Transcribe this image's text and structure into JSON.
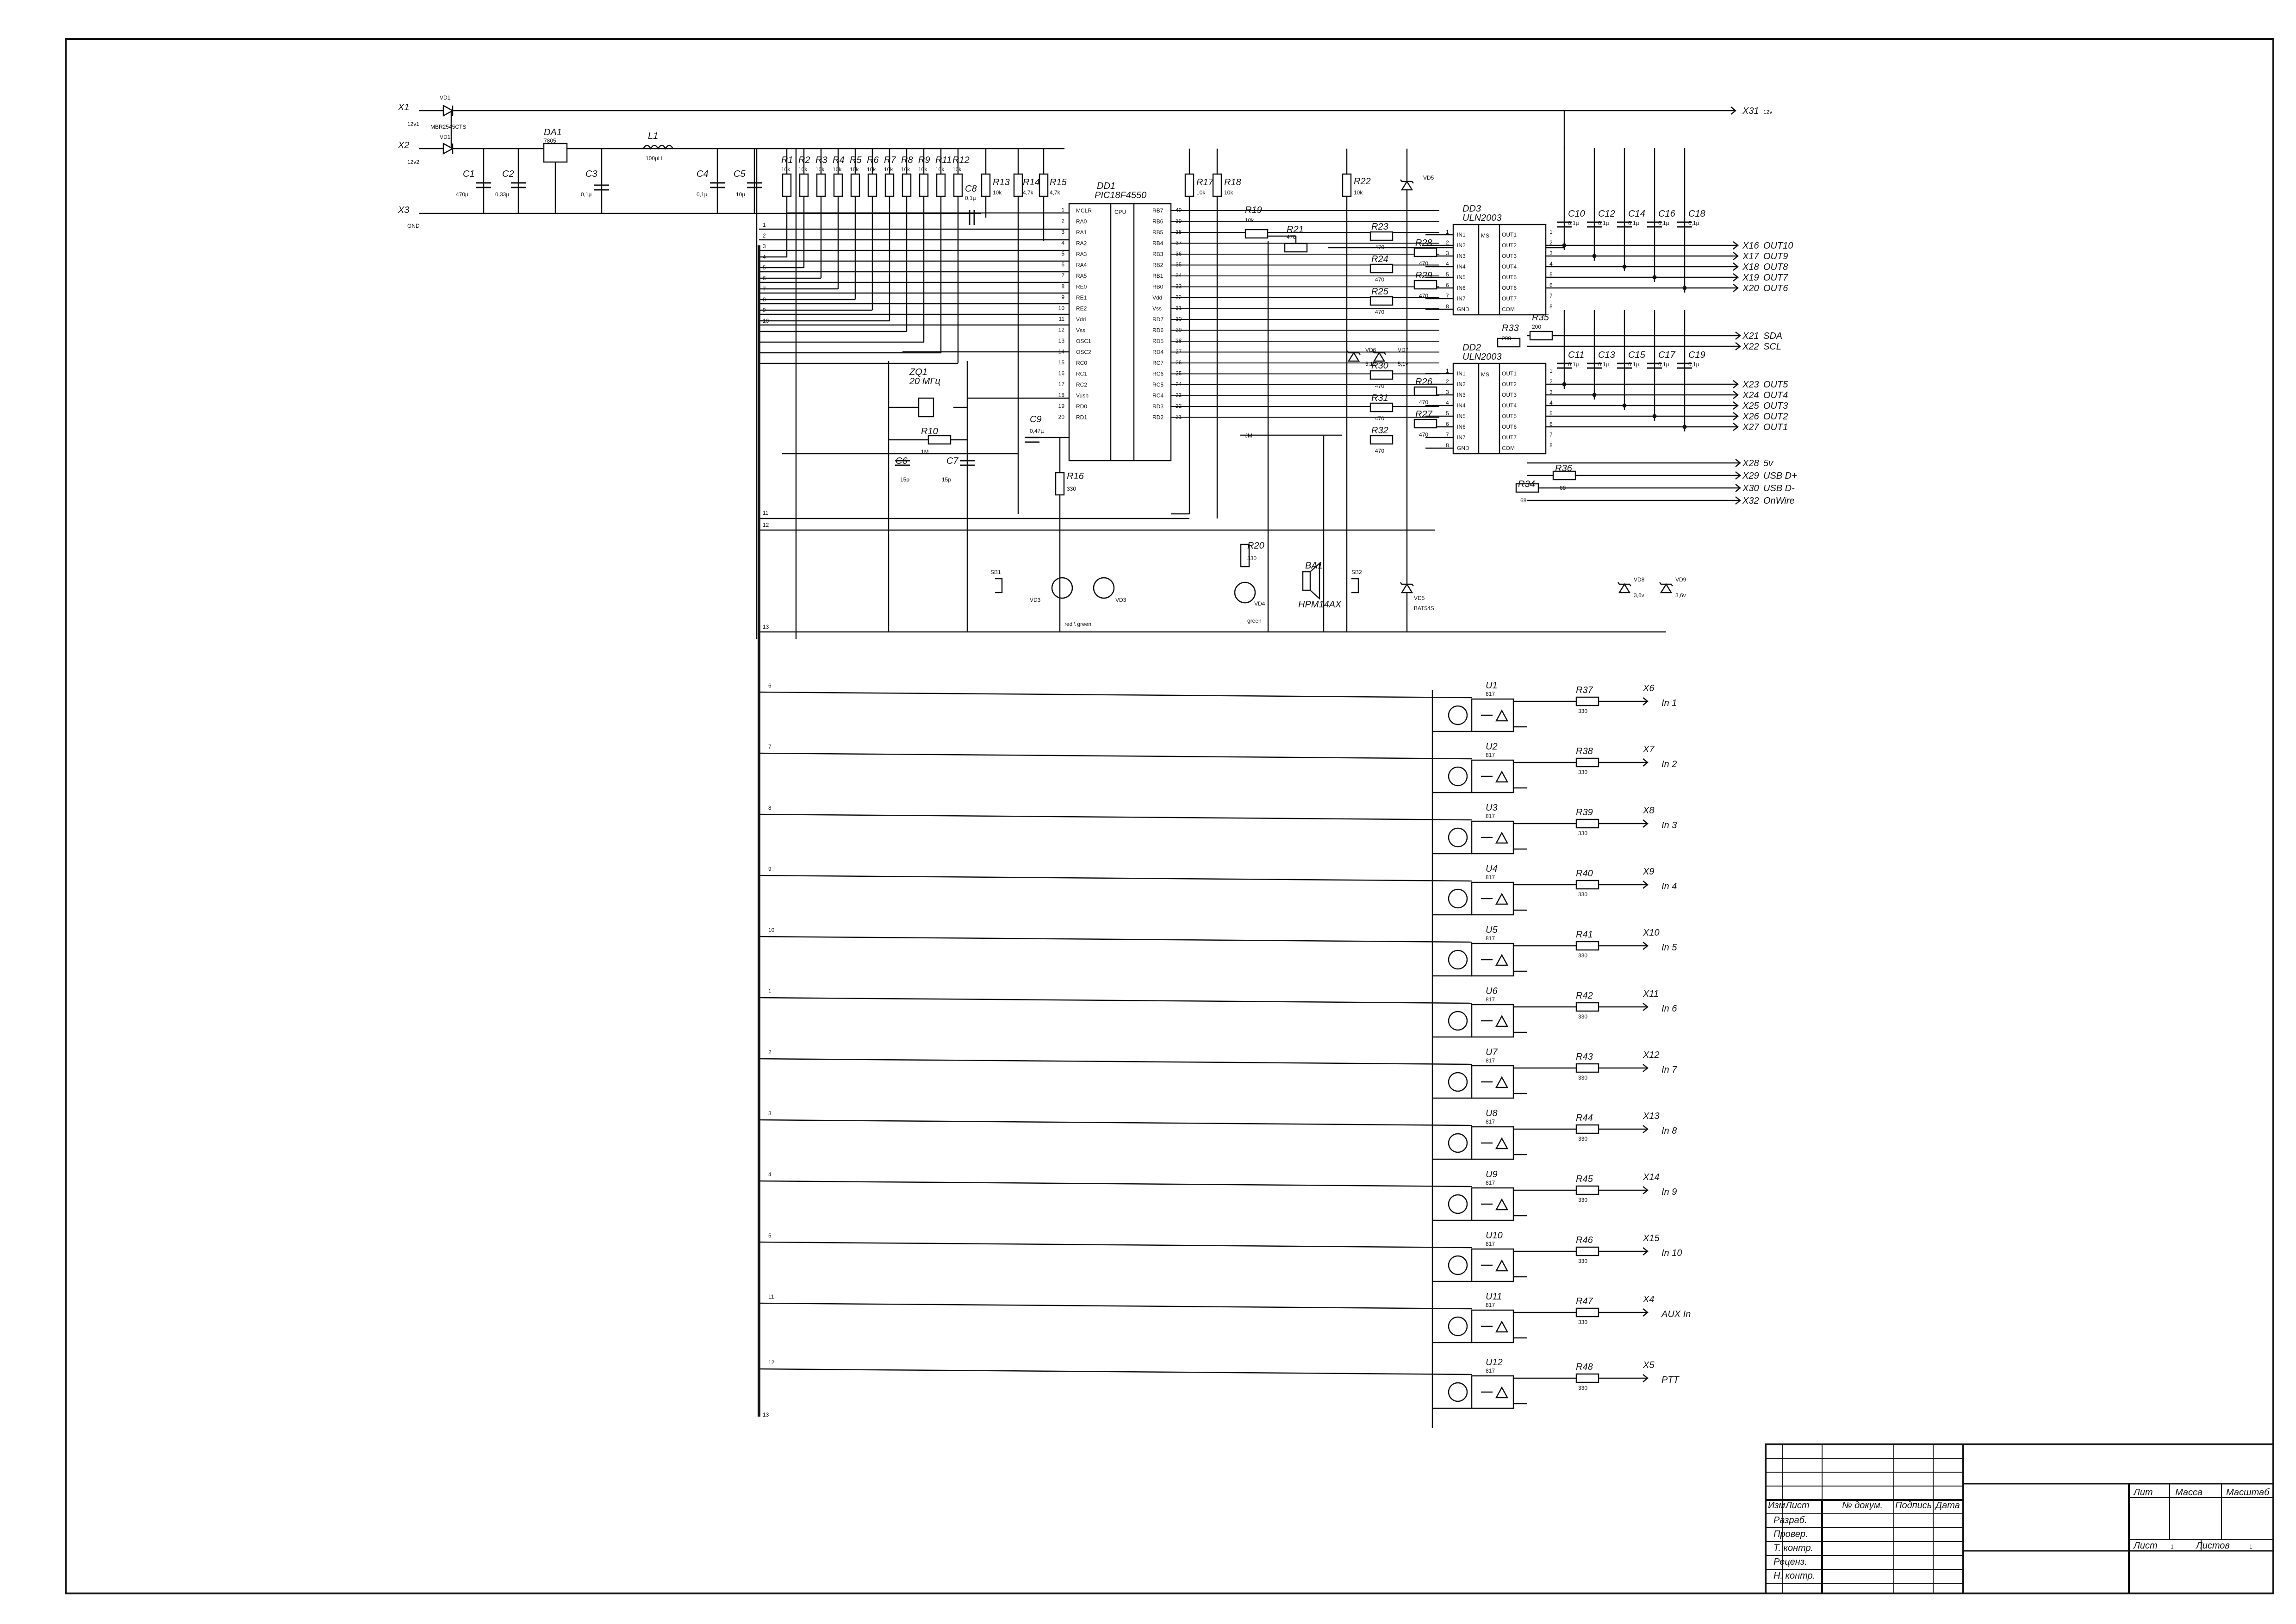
{
  "power": {
    "x1": "X1",
    "x1_net": "12v1",
    "x2": "X2",
    "x2_net": "12v2",
    "x3": "X3",
    "x3_net": "GND",
    "vd1a": "VD1",
    "vd1b": "VD1",
    "vd1_type": "MBR2545CTS",
    "c1": "C1",
    "c1v": "470µ",
    "c2": "C2",
    "c2v": "0,33µ",
    "da1": "DA1",
    "da1_type": "7805",
    "c3": "C3",
    "c3v": "0,1µ",
    "l1": "L1",
    "l1v": "100µH",
    "c4": "C4",
    "c4v": "0,1µ",
    "c5": "C5",
    "c5v": "10µ",
    "x31": "X31",
    "x31_net": "12v"
  },
  "pullups": [
    {
      "ref": "R1",
      "val": "10k"
    },
    {
      "ref": "R2",
      "val": "10k"
    },
    {
      "ref": "R3",
      "val": "10k"
    },
    {
      "ref": "R4",
      "val": "10k"
    },
    {
      "ref": "R5",
      "val": "10k"
    },
    {
      "ref": "R6",
      "val": "10k"
    },
    {
      "ref": "R7",
      "val": "10k"
    },
    {
      "ref": "R8",
      "val": "10k"
    },
    {
      "ref": "R9",
      "val": "10k"
    },
    {
      "ref": "R11",
      "val": "10k"
    },
    {
      "ref": "R12",
      "val": "10k"
    }
  ],
  "misc": {
    "c8": "C8",
    "c8v": "0,1µ",
    "r13": "R13",
    "r13v": "10k",
    "r14": "R14",
    "r14v": "4,7k",
    "r15": "R15",
    "r15v": "4,7k",
    "r17": "R17",
    "r17v": "10k",
    "r18": "R18",
    "r18v": "10k",
    "r19": "R19",
    "r19v": "10k",
    "r21": "R21",
    "r21v": "470",
    "r22": "R22",
    "r22v": "10k",
    "vd5": "VD5",
    "vd5b": "VD5",
    "vd5_type": "BAT54S",
    "zq1": "ZQ1",
    "zq1v": "20 МГц",
    "r10": "R10",
    "r10v": "1M",
    "c6": "C6",
    "c6v": "15p",
    "c7": "C7",
    "c7v": "15p",
    "c9": "C9",
    "c9v": "0,47µ",
    "r16": "R16",
    "r16v": "330",
    "r20": "R20",
    "r20v": "330",
    "sb1": "SB1",
    "sb2": "SB2",
    "ba1": "BA1",
    "ba1_type": "HPM14AX",
    "vd3a": "VD3",
    "vd3b": "VD3",
    "vd3_note": "red \\ green",
    "vd4": "VD4",
    "vd4_note": "green",
    "vd6": "VD6",
    "vd6v": "5,1v",
    "vd7": "VD7",
    "vd7v": "5,1v",
    "vd8": "VD8",
    "vd8v": "3,6v",
    "vd9": "VD9",
    "vd9v": "3,6v",
    "r34": "R34",
    "r34v": "68",
    "r35": "R35",
    "r35v": "200",
    "r33": "R33",
    "r33v": "200",
    "r36": "R36",
    "r36v": "68",
    "jn": "JM"
  },
  "mcu": {
    "ref": "DD1",
    "type": "PIC18F4550",
    "cpu": "CPU",
    "left_pins": [
      {
        "num": "1",
        "name": "MCLR"
      },
      {
        "num": "2",
        "name": "RA0"
      },
      {
        "num": "3",
        "name": "RA1"
      },
      {
        "num": "4",
        "name": "RA2"
      },
      {
        "num": "5",
        "name": "RA3"
      },
      {
        "num": "6",
        "name": "RA4"
      },
      {
        "num": "7",
        "name": "RA5"
      },
      {
        "num": "8",
        "name": "RE0"
      },
      {
        "num": "9",
        "name": "RE1"
      },
      {
        "num": "10",
        "name": "RE2"
      },
      {
        "num": "11",
        "name": "Vdd"
      },
      {
        "num": "12",
        "name": "Vss"
      },
      {
        "num": "13",
        "name": "OSC1"
      },
      {
        "num": "14",
        "name": "OSC2"
      },
      {
        "num": "15",
        "name": "RC0"
      },
      {
        "num": "16",
        "name": "RC1"
      },
      {
        "num": "17",
        "name": "RC2"
      },
      {
        "num": "18",
        "name": "Vusb"
      },
      {
        "num": "19",
        "name": "RD0"
      },
      {
        "num": "20",
        "name": "RD1"
      }
    ],
    "right_pins": [
      {
        "num": "40",
        "name": "RB7"
      },
      {
        "num": "39",
        "name": "RB6"
      },
      {
        "num": "38",
        "name": "RB5"
      },
      {
        "num": "37",
        "name": "RB4"
      },
      {
        "num": "36",
        "name": "RB3"
      },
      {
        "num": "35",
        "name": "RB2"
      },
      {
        "num": "34",
        "name": "RB1"
      },
      {
        "num": "33",
        "name": "RB0"
      },
      {
        "num": "32",
        "name": "Vdd"
      },
      {
        "num": "31",
        "name": "Vss"
      },
      {
        "num": "30",
        "name": "RD7"
      },
      {
        "num": "29",
        "name": "RD6"
      },
      {
        "num": "28",
        "name": "RD5"
      },
      {
        "num": "27",
        "name": "RD4"
      },
      {
        "num": "26",
        "name": "RC7"
      },
      {
        "num": "25",
        "name": "RC6"
      },
      {
        "num": "24",
        "name": "RC5"
      },
      {
        "num": "23",
        "name": "RC4"
      },
      {
        "num": "22",
        "name": "RD3"
      },
      {
        "num": "21",
        "name": "RD2"
      }
    ]
  },
  "drivers": [
    {
      "ref": "DD3",
      "type": "ULN2003",
      "ms": "MS",
      "in_pins": [
        {
          "n": "1",
          "name": "IN1"
        },
        {
          "n": "2",
          "name": "IN2"
        },
        {
          "n": "3",
          "name": "IN3"
        },
        {
          "n": "4",
          "name": "IN4"
        },
        {
          "n": "5",
          "name": "IN5"
        },
        {
          "n": "6",
          "name": "IN6"
        },
        {
          "n": "7",
          "name": "IN7"
        },
        {
          "n": "8",
          "name": "GND"
        }
      ],
      "out_pins": [
        {
          "n": "1",
          "name": "OUT1"
        },
        {
          "n": "2",
          "name": "OUT2"
        },
        {
          "n": "3",
          "name": "OUT3"
        },
        {
          "n": "4",
          "name": "OUT4"
        },
        {
          "n": "5",
          "name": "OUT5"
        },
        {
          "n": "6",
          "name": "OUT6"
        },
        {
          "n": "7",
          "name": "OUT7"
        },
        {
          "n": "8",
          "name": "COM"
        }
      ],
      "resistors": [
        {
          "ref": "R23",
          "val": "470"
        },
        {
          "ref": "R28",
          "val": "470"
        },
        {
          "ref": "R24",
          "val": "470"
        },
        {
          "ref": "R29",
          "val": "470"
        },
        {
          "ref": "R25",
          "val": "470"
        }
      ],
      "caps": [
        {
          "ref": "C10",
          "val": "0,1µ"
        },
        {
          "ref": "C12",
          "val": "0,1µ"
        },
        {
          "ref": "C14",
          "val": "0,1µ"
        },
        {
          "ref": "C16",
          "val": "0,1µ"
        },
        {
          "ref": "C18",
          "val": "0,1µ"
        }
      ],
      "outputs": [
        {
          "x": "X16",
          "net": "OUT10"
        },
        {
          "x": "X17",
          "net": "OUT9"
        },
        {
          "x": "X18",
          "net": "OUT8"
        },
        {
          "x": "X19",
          "net": "OUT7"
        },
        {
          "x": "X20",
          "net": "OUT6"
        }
      ]
    },
    {
      "ref": "DD2",
      "type": "ULN2003",
      "ms": "MS",
      "in_pins": [
        {
          "n": "1",
          "name": "IN1"
        },
        {
          "n": "2",
          "name": "IN2"
        },
        {
          "n": "3",
          "name": "IN3"
        },
        {
          "n": "4",
          "name": "IN4"
        },
        {
          "n": "5",
          "name": "IN5"
        },
        {
          "n": "6",
          "name": "IN6"
        },
        {
          "n": "7",
          "name": "IN7"
        },
        {
          "n": "8",
          "name": "GND"
        }
      ],
      "out_pins": [
        {
          "n": "1",
          "name": "OUT1"
        },
        {
          "n": "2",
          "name": "OUT2"
        },
        {
          "n": "3",
          "name": "OUT3"
        },
        {
          "n": "4",
          "name": "OUT4"
        },
        {
          "n": "5",
          "name": "OUT5"
        },
        {
          "n": "6",
          "name": "OUT6"
        },
        {
          "n": "7",
          "name": "OUT7"
        },
        {
          "n": "8",
          "name": "COM"
        }
      ],
      "resistors": [
        {
          "ref": "R30",
          "val": "470"
        },
        {
          "ref": "R26",
          "val": "470"
        },
        {
          "ref": "R31",
          "val": "470"
        },
        {
          "ref": "R27",
          "val": "470"
        },
        {
          "ref": "R32",
          "val": "470"
        }
      ],
      "caps": [
        {
          "ref": "C11",
          "val": "0,1µ"
        },
        {
          "ref": "C13",
          "val": "0,1µ"
        },
        {
          "ref": "C15",
          "val": "0,1µ"
        },
        {
          "ref": "C17",
          "val": "0,1µ"
        },
        {
          "ref": "C19",
          "val": "0,1µ"
        }
      ],
      "outputs": [
        {
          "x": "X23",
          "net": "OUT5"
        },
        {
          "x": "X24",
          "net": "OUT4"
        },
        {
          "x": "X25",
          "net": "OUT3"
        },
        {
          "x": "X26",
          "net": "OUT2"
        },
        {
          "x": "X27",
          "net": "OUT1"
        }
      ]
    }
  ],
  "connectors": [
    {
      "x": "X21",
      "net": "SDA"
    },
    {
      "x": "X22",
      "net": "SCL"
    },
    {
      "x": "X28",
      "net": "5v"
    },
    {
      "x": "X29",
      "net": "USB D+"
    },
    {
      "x": "X30",
      "net": "USB D-"
    },
    {
      "x": "X32",
      "net": "OnWire"
    }
  ],
  "bus_top_numbers": [
    "1",
    "2",
    "3",
    "4",
    "5",
    "6",
    "7",
    "8",
    "9",
    "10"
  ],
  "bus_mid_numbers": [
    "11",
    "12",
    "13"
  ],
  "opto": [
    {
      "bus": "6",
      "u": "U1",
      "type": "817",
      "r": "R37",
      "rv": "330",
      "x": "X6",
      "label": "In 1"
    },
    {
      "bus": "7",
      "u": "U2",
      "type": "817",
      "r": "R38",
      "rv": "330",
      "x": "X7",
      "label": "In 2"
    },
    {
      "bus": "8",
      "u": "U3",
      "type": "817",
      "r": "R39",
      "rv": "330",
      "x": "X8",
      "label": "In 3"
    },
    {
      "bus": "9",
      "u": "U4",
      "type": "817",
      "r": "R40",
      "rv": "330",
      "x": "X9",
      "label": "In 4"
    },
    {
      "bus": "10",
      "u": "U5",
      "type": "817",
      "r": "R41",
      "rv": "330",
      "x": "X10",
      "label": "In 5"
    },
    {
      "bus": "1",
      "u": "U6",
      "type": "817",
      "r": "R42",
      "rv": "330",
      "x": "X11",
      "label": "In 6"
    },
    {
      "bus": "2",
      "u": "U7",
      "type": "817",
      "r": "R43",
      "rv": "330",
      "x": "X12",
      "label": "In 7"
    },
    {
      "bus": "3",
      "u": "U8",
      "type": "817",
      "r": "R44",
      "rv": "330",
      "x": "X13",
      "label": "In 8"
    },
    {
      "bus": "4",
      "u": "U9",
      "type": "817",
      "r": "R45",
      "rv": "330",
      "x": "X14",
      "label": "In 9"
    },
    {
      "bus": "5",
      "u": "U10",
      "type": "817",
      "r": "R46",
      "rv": "330",
      "x": "X15",
      "label": "In 10"
    },
    {
      "bus": "11",
      "u": "U11",
      "type": "817",
      "r": "R47",
      "rv": "330",
      "x": "X4",
      "label": "AUX In"
    },
    {
      "bus": "12",
      "u": "U12",
      "type": "817",
      "r": "R48",
      "rv": "330",
      "x": "X5",
      "label": "PTT"
    }
  ],
  "bus_bottom_end": "13",
  "title_block": {
    "cols": [
      "Изм",
      "Лист",
      "№ докум.",
      "Подпись",
      "Дата"
    ],
    "rows": [
      "Разраб.",
      "Провер.",
      "Т. контр.",
      "Реценз.",
      "Н. контр."
    ],
    "lit": "Лит",
    "mass": "Масса",
    "scale": "Масштаб",
    "sheet": "Лист",
    "sheet_num": "1",
    "sheets": "Листов",
    "sheets_num": "1"
  }
}
